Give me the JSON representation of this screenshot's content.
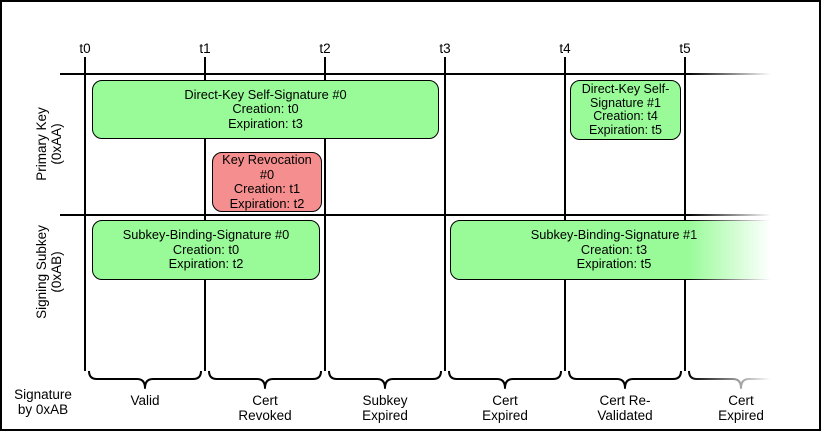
{
  "diagram": {
    "ticks": [
      "t0",
      "t1",
      "t2",
      "t3",
      "t4",
      "t5"
    ],
    "rows": [
      {
        "name": "Primary Key",
        "id": "(0xAA)"
      },
      {
        "name": "Signing Subkey",
        "id": "(0xAB)"
      }
    ],
    "boxes": {
      "direct_key_sig_0": {
        "title": "Direct-Key Self-Signature #0",
        "creation": "Creation: t0",
        "expiration": "Expiration: t3"
      },
      "key_revocation_0": {
        "title": "Key Revocation #0",
        "creation": "Creation: t1",
        "expiration": "Expiration: t2"
      },
      "direct_key_sig_1": {
        "title": "Direct-Key Self-Signature #1",
        "creation": "Creation: t4",
        "expiration": "Expiration: t5"
      },
      "subkey_binding_sig_0": {
        "title": "Subkey-Binding-Signature #0",
        "creation": "Creation: t0",
        "expiration": "Expiration: t2"
      },
      "subkey_binding_sig_1": {
        "title": "Subkey-Binding-Signature #1",
        "creation": "Creation: t3",
        "expiration": "Expiration: t5"
      }
    },
    "footer": {
      "axis_label": "Signature\nby 0xAB",
      "phases": [
        "Valid",
        "Cert\nRevoked",
        "Subkey\nExpired",
        "Cert\nExpired",
        "Cert Re-\nValidated",
        "Cert\nExpired"
      ]
    },
    "colors": {
      "valid_fill": "#98FB98",
      "revoked_fill": "#F58E8E",
      "line": "#000000",
      "background": "#FFFFFF"
    }
  }
}
